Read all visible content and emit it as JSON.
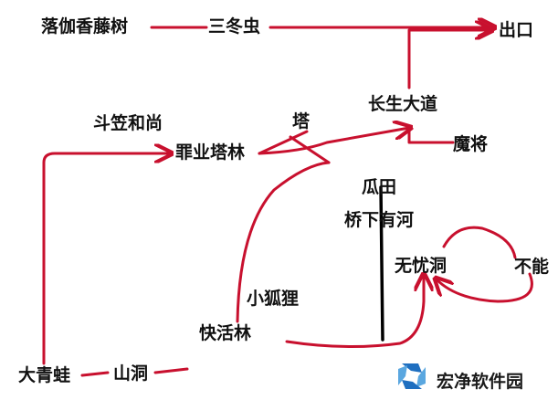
{
  "nodes": {
    "luojia": "落伽香藤树",
    "sandong": "三冬虫",
    "chukou": "出口",
    "changsheng": "长生大道",
    "doulihe": "斗笠和尚",
    "ta": "塔",
    "zuiye": "罪业塔林",
    "mojiang": "魔将",
    "guatian": "瓜田",
    "qiaoxia": "桥下有河",
    "wuyou": "无忧洞",
    "buneng": "不能",
    "xiaohuli": "小狐狸",
    "kuaihuolin": "快活林",
    "daqingwa": "大青蛙",
    "shandong": "山洞"
  },
  "watermark": {
    "text": "宏净软件园",
    "logo_icon": "site-logo-icon",
    "colors": [
      "#1f6fc0",
      "#5aa7e0"
    ]
  },
  "colors": {
    "arrow": "#c8102e",
    "divider": "#000000"
  }
}
